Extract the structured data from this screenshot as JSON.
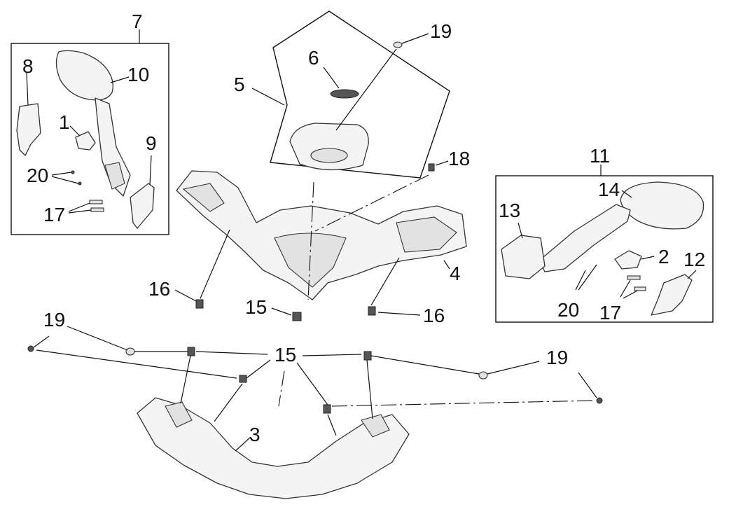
{
  "callouts": [
    {
      "id": "c7",
      "text": "7"
    },
    {
      "id": "c8",
      "text": "8"
    },
    {
      "id": "c10",
      "text": "10"
    },
    {
      "id": "c1",
      "text": "1"
    },
    {
      "id": "c9",
      "text": "9"
    },
    {
      "id": "c20a",
      "text": "20"
    },
    {
      "id": "c17a",
      "text": "17"
    },
    {
      "id": "c19a",
      "text": "19"
    },
    {
      "id": "c6",
      "text": "6"
    },
    {
      "id": "c5",
      "text": "5"
    },
    {
      "id": "c18",
      "text": "18"
    },
    {
      "id": "c11",
      "text": "11"
    },
    {
      "id": "c14",
      "text": "14"
    },
    {
      "id": "c13",
      "text": "13"
    },
    {
      "id": "c2",
      "text": "2"
    },
    {
      "id": "c12",
      "text": "12"
    },
    {
      "id": "c20b",
      "text": "20"
    },
    {
      "id": "c17b",
      "text": "17"
    },
    {
      "id": "c4",
      "text": "4"
    },
    {
      "id": "c16a",
      "text": "16"
    },
    {
      "id": "c15a",
      "text": "15"
    },
    {
      "id": "c16b",
      "text": "16"
    },
    {
      "id": "c19b",
      "text": "19"
    },
    {
      "id": "c15b",
      "text": "15"
    },
    {
      "id": "c19c",
      "text": "19"
    },
    {
      "id": "c3",
      "text": "3"
    }
  ]
}
